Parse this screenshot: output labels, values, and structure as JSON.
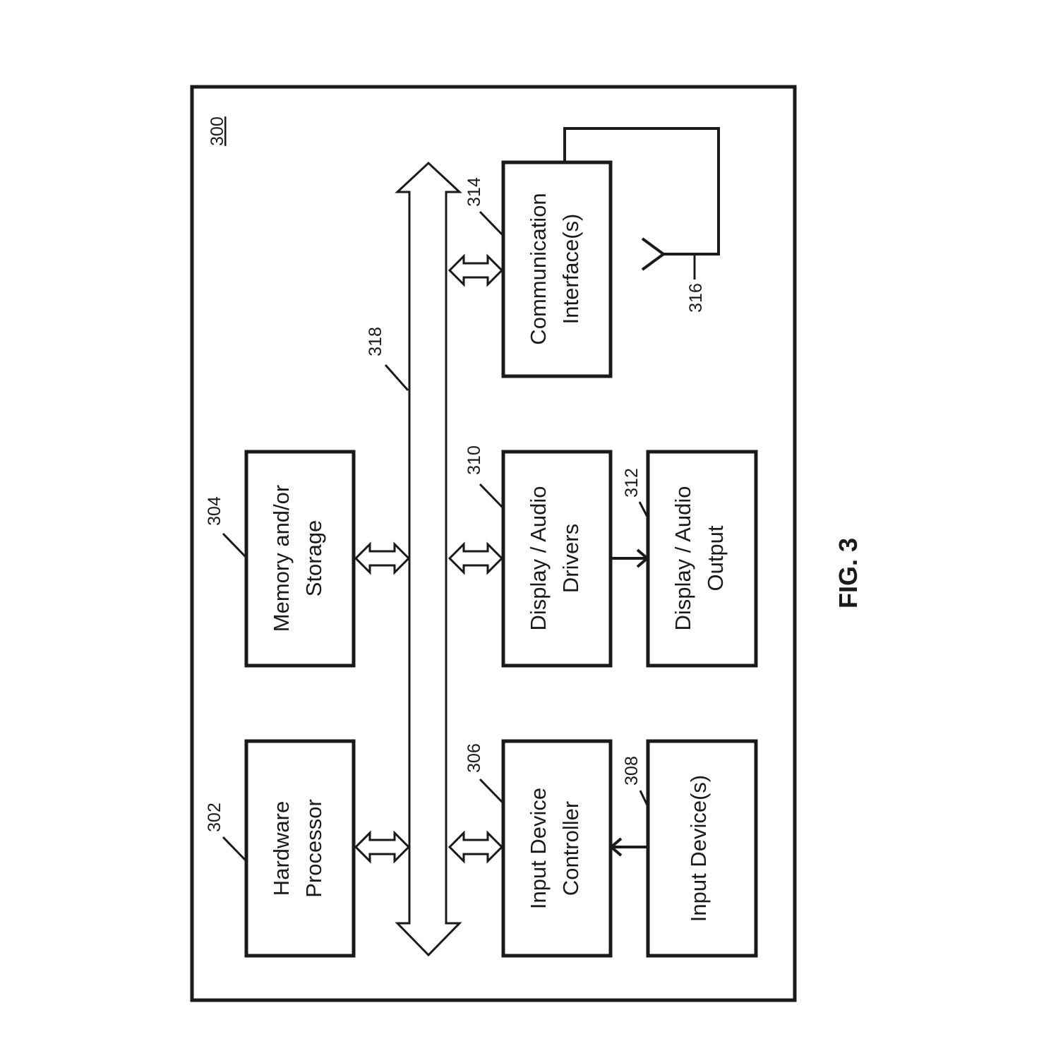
{
  "figure": {
    "label": "FIG. 3",
    "device_ref": "300",
    "bus_ref": "318",
    "antenna_ref": "316"
  },
  "blocks": {
    "hardware_processor": {
      "ref": "302",
      "line1": "Hardware",
      "line2": "Processor"
    },
    "memory_storage": {
      "ref": "304",
      "line1": "Memory and/or",
      "line2": "Storage"
    },
    "input_device_controller": {
      "ref": "306",
      "line1": "Input Device",
      "line2": "Controller"
    },
    "input_devices": {
      "ref": "308",
      "line1": "Input Device(s)"
    },
    "display_audio_drivers": {
      "ref": "310",
      "line1": "Display / Audio",
      "line2": "Drivers"
    },
    "display_audio_output": {
      "ref": "312",
      "line1": "Display / Audio",
      "line2": "Output"
    },
    "communication_interface": {
      "ref": "314",
      "line1": "Communication",
      "line2": "Interface(s)"
    }
  }
}
